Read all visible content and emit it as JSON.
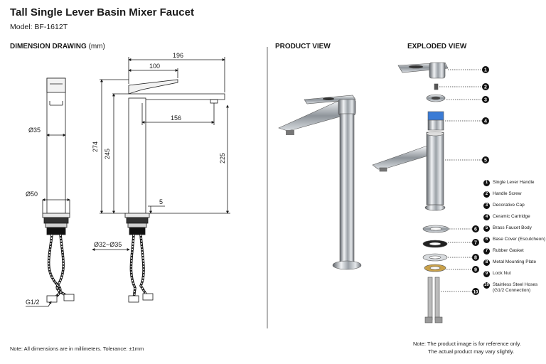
{
  "header": {
    "title": "Tall Single Lever Basin Mixer Faucet",
    "model": "Model: BF-1612T"
  },
  "sections": {
    "dimension_drawing": "DIMENSION DRAWING",
    "dimension_unit": "(mm)",
    "product_view": "PRODUCT VIEW",
    "exploded_view": "EXPLODED  VIEW"
  },
  "dimensions": {
    "total_reach": "196",
    "handle_reach": "100",
    "spout_reach": "156",
    "total_height": "274",
    "body_height": "245",
    "spout_height": "225",
    "deck_offset": "5",
    "body_diameter": "Ø35",
    "base_diameter": "Ø50",
    "hole_diameter": "Ø32~Ø35",
    "hose_thread": "G1/2"
  },
  "parts": [
    {
      "number": "1",
      "name": "Single Lever Handle"
    },
    {
      "number": "2",
      "name": "Handle Screw"
    },
    {
      "number": "3",
      "name": "Decorative Cap"
    },
    {
      "number": "4",
      "name": "Ceramic Cartridge"
    },
    {
      "number": "5",
      "name": "Brass Faucet Body"
    },
    {
      "number": "6",
      "name": "Base Cover (Escutcheon)"
    },
    {
      "number": "7",
      "name": "Rubber Gasket"
    },
    {
      "number": "8",
      "name": "Metal Mounting Plate"
    },
    {
      "number": "9",
      "name": "Lock Nut"
    },
    {
      "number": "10",
      "name": "Stainless Steel Hoses (G1/2 Connection)"
    }
  ],
  "notes": {
    "left": "Note: All dimensions are in millimeters. Tolerance: ±1mm",
    "right_line1": "Note:  The product image is for reference only.",
    "right_line2": "The actual product may vary slightly."
  },
  "colors": {
    "line": "#1a1a1a",
    "chrome_dark": "#6f747a",
    "chrome_light": "#e9ecef",
    "cartridge_blue": "#3a7bd5",
    "lock_nut_brass": "#c9a14a"
  }
}
